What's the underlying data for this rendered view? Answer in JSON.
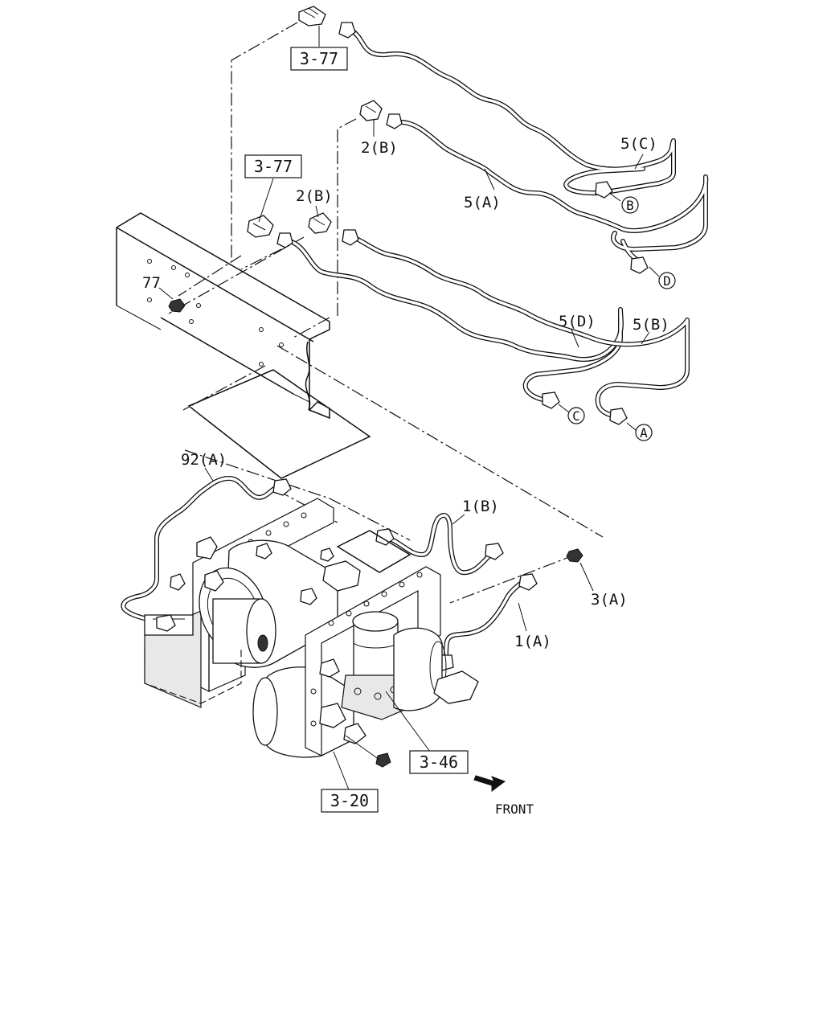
{
  "labels": {
    "p_3_77_top": "3-77",
    "p_3_77_mid": "3-77",
    "p_2b_upper": "2(B)",
    "p_2b_lower": "2(B)",
    "p_5c": "5(C)",
    "p_5a": "5(A)",
    "p_77": "77",
    "p_5d": "5(D)",
    "p_5b": "5(B)",
    "p_92a": "92(A)",
    "p_1b": "1(B)",
    "p_3a": "3(A)",
    "p_1a": "1(A)",
    "p_3_46": "3-46",
    "p_3_20": "3-20",
    "front": "FRONT"
  },
  "circle_markers": {
    "b": "B",
    "d": "D",
    "c": "C",
    "a": "A"
  },
  "icons": [
    "front-arrow-icon"
  ]
}
